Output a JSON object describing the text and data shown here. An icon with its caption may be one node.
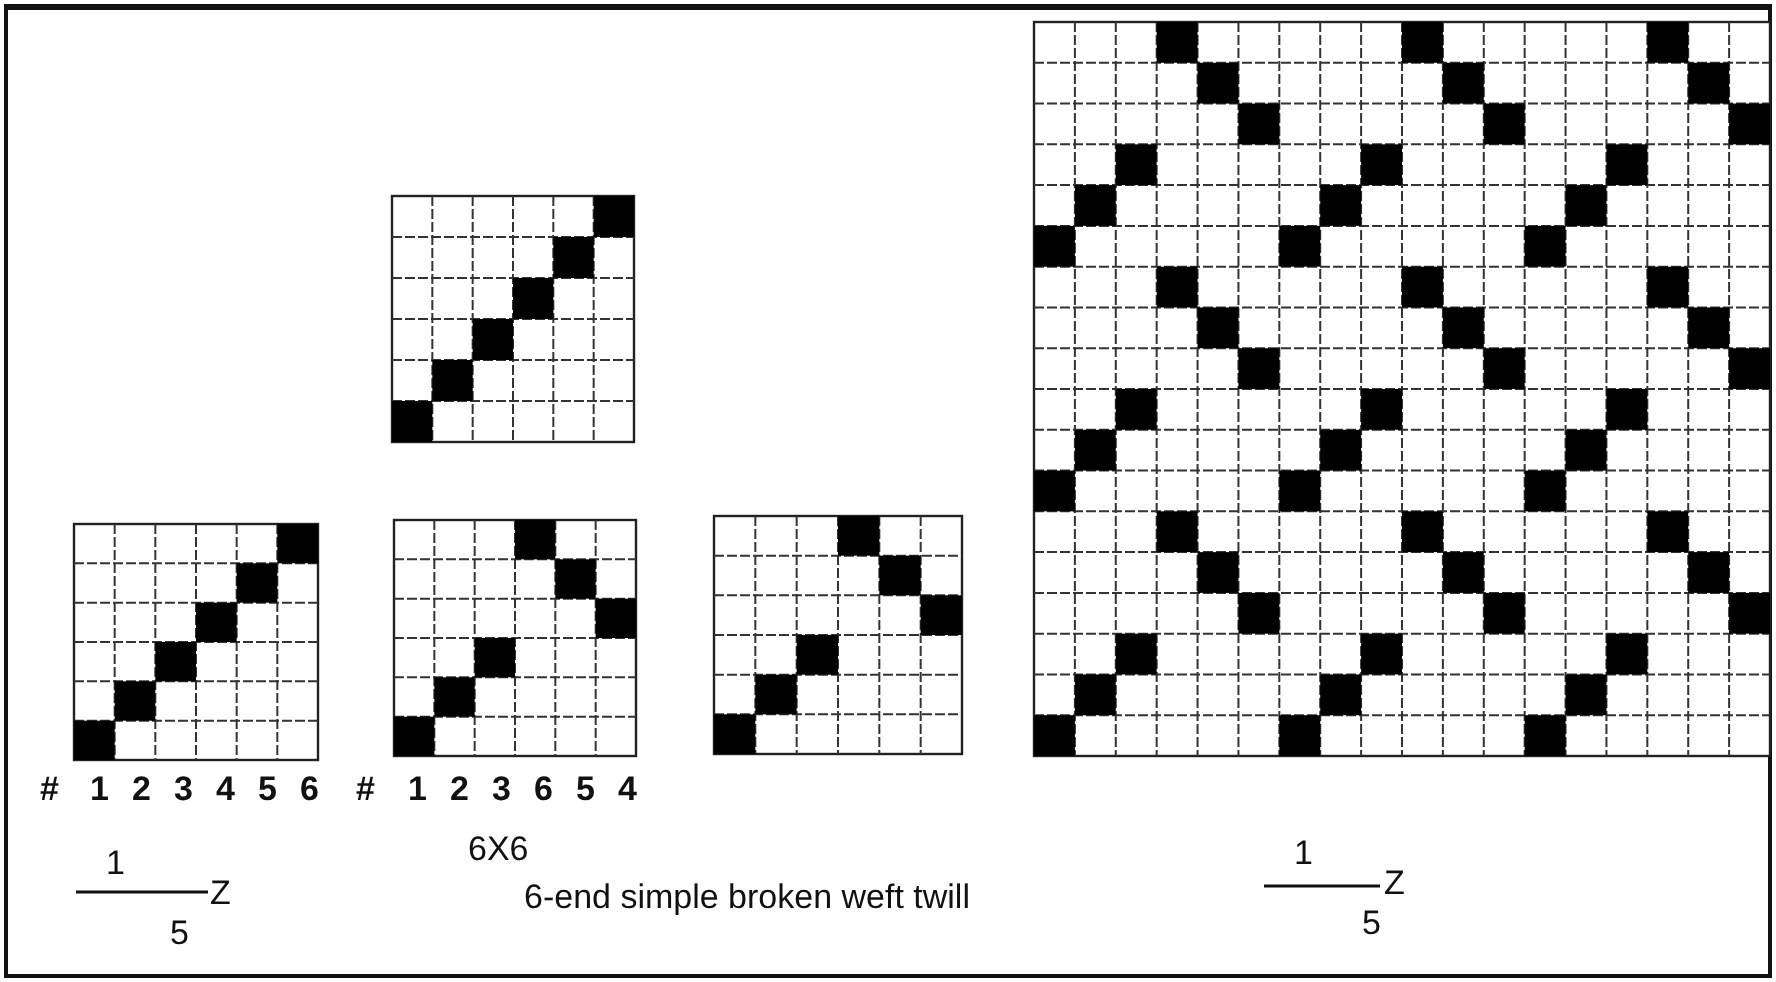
{
  "diagram": {
    "caption": "6-end simple broken weft twill",
    "labels": [
      "#",
      "1",
      "2",
      "3",
      "4",
      "5",
      "6",
      "#",
      "1",
      "2",
      "3",
      "6",
      "5",
      "4",
      "6X6",
      "1",
      "Z",
      "5",
      "1",
      "Z",
      "5"
    ]
  }
}
